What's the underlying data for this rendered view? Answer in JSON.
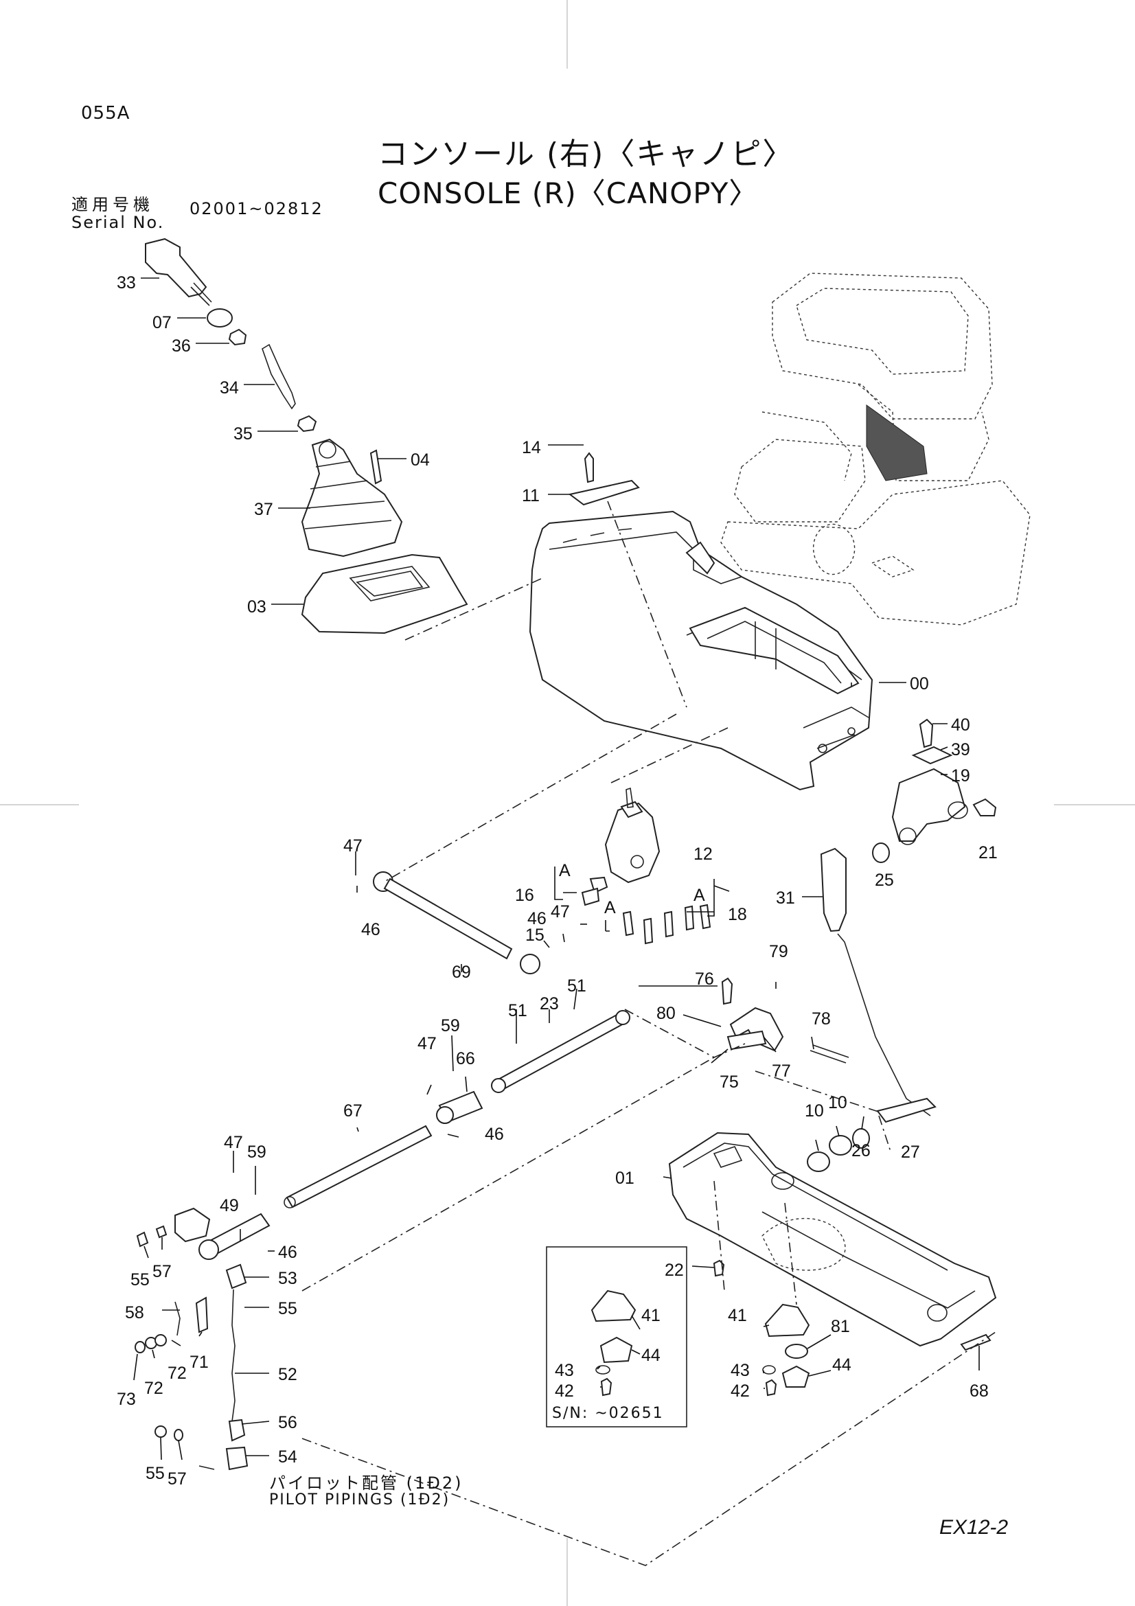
{
  "header": {
    "page_code": "055A",
    "title_jp": "コンソール (右)〈キャノピ〉",
    "title_en": "CONSOLE (R)〈CANOPY〉",
    "serial_label_jp": "適用号機",
    "serial_label_en": "Serial No.",
    "serial_range": "02001~02812"
  },
  "notes": {
    "pilot_jp": "パイロット配管 (1Ð2)",
    "pilot_en": "PILOT PIPINGS (1Ð2)",
    "inset_serial": "S/N:  ~02651",
    "drawing_no": "EX12-2"
  },
  "detail_marks": {
    "a": "A"
  },
  "part_labels": {
    "p33": "33",
    "p07": "07",
    "p36": "36",
    "p34": "34",
    "p35": "35",
    "p04": "04",
    "p37": "37",
    "p03": "03",
    "p14": "14",
    "p11": "11",
    "p00": "00",
    "p40": "40",
    "p39": "39",
    "p19": "19",
    "p21": "21",
    "p25": "25",
    "p47a": "47",
    "p46a": "46",
    "p69": "69",
    "p16": "16",
    "p46b": "46",
    "p47b": "47",
    "p15": "15",
    "p12": "12",
    "p18": "18",
    "p31": "31",
    "p79": "79",
    "p76": "76",
    "p80": "80",
    "p78": "78",
    "p75": "75",
    "p77": "77",
    "p51a": "51",
    "p23": "23",
    "p51b": "51",
    "p59a": "59",
    "p47c": "47",
    "p66": "66",
    "p67": "67",
    "p46c": "46",
    "p10a": "10",
    "p10b": "10",
    "p27": "27",
    "p26": "26",
    "p01": "01",
    "p47d": "47",
    "p59b": "59",
    "p49": "49",
    "p46d": "46",
    "p55a": "55",
    "p57a": "57",
    "p53": "53",
    "p55b": "55",
    "p58": "58",
    "p71": "71",
    "p72a": "72",
    "p72b": "72",
    "p73": "73",
    "p52": "52",
    "p56": "56",
    "p55c": "55",
    "p57b": "57",
    "p54": "54",
    "p22": "22",
    "p41a": "41",
    "p44a": "44",
    "p43a": "43",
    "p42a": "42",
    "p41b": "41",
    "p81": "81",
    "p43b": "43",
    "p42b": "42",
    "p44b": "44",
    "p68": "68"
  }
}
